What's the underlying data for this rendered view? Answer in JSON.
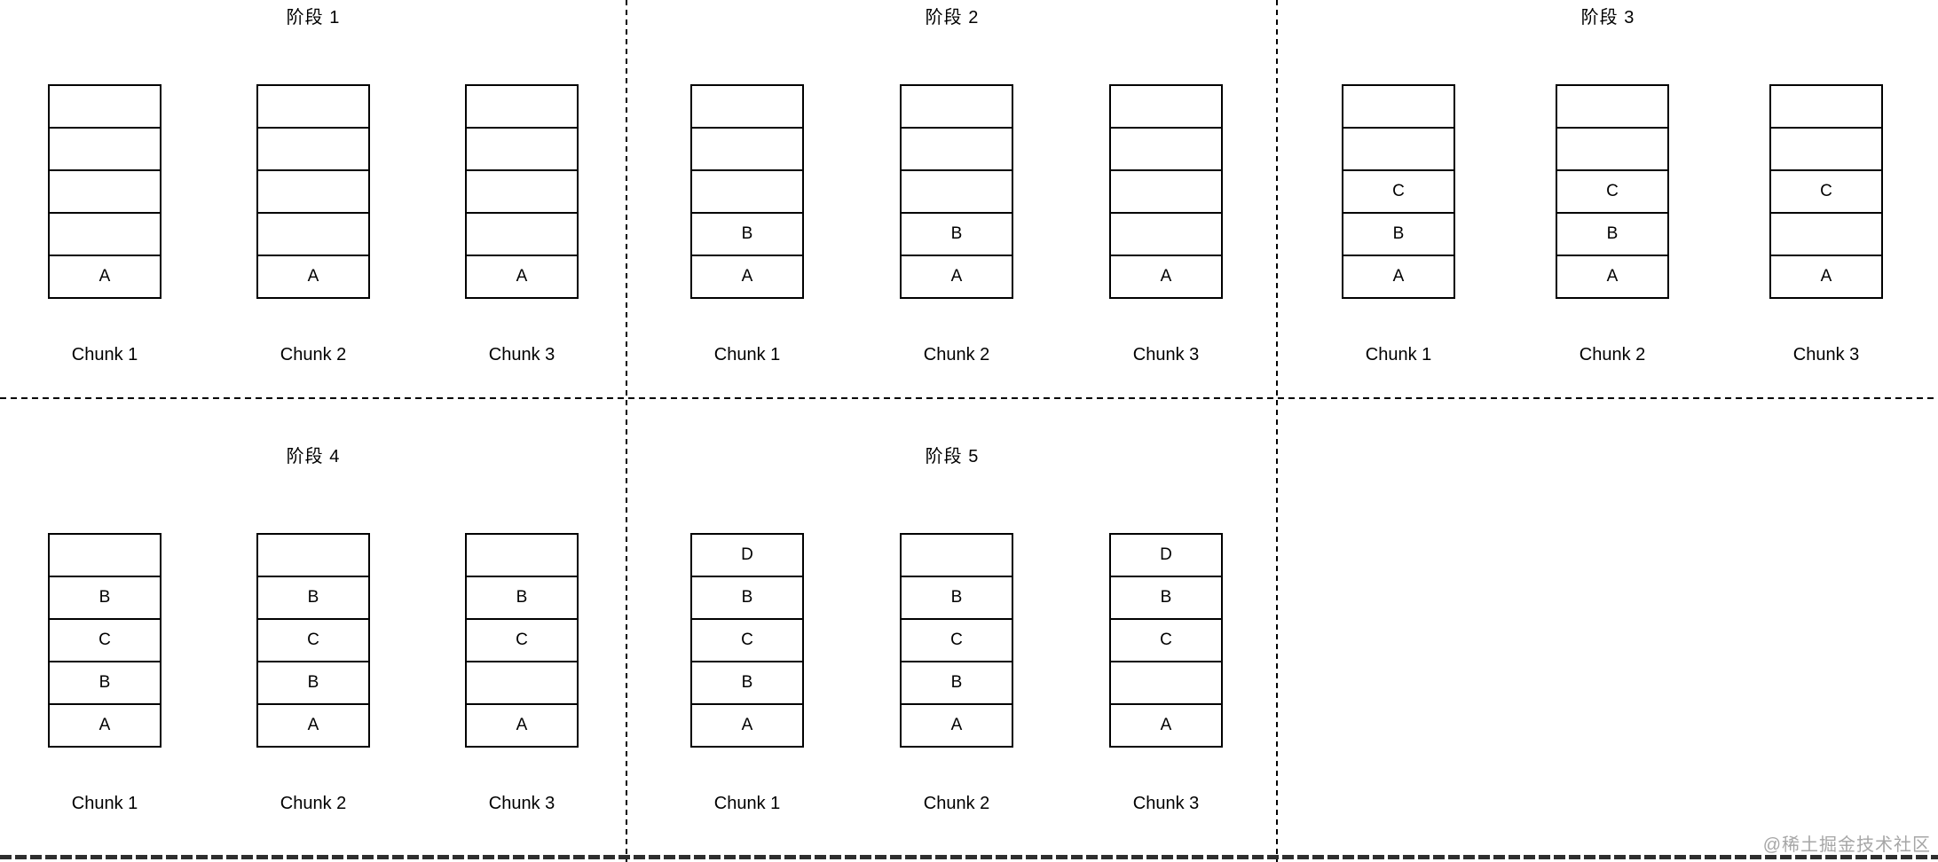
{
  "canvas": {
    "background": "#ffffff",
    "line_color": "#000000"
  },
  "watermark": {
    "text": "@稀土掘金技术社区",
    "color": "#a6a6a6"
  },
  "stages": [
    {
      "title": "阶段 1",
      "chunks": [
        {
          "label": "Chunk 1",
          "cells": [
            "",
            "",
            "",
            "",
            "A"
          ]
        },
        {
          "label": "Chunk 2",
          "cells": [
            "",
            "",
            "",
            "",
            "A"
          ]
        },
        {
          "label": "Chunk 3",
          "cells": [
            "",
            "",
            "",
            "",
            "A"
          ]
        }
      ]
    },
    {
      "title": "阶段 2",
      "chunks": [
        {
          "label": "Chunk 1",
          "cells": [
            "",
            "",
            "",
            "B",
            "A"
          ]
        },
        {
          "label": "Chunk 2",
          "cells": [
            "",
            "",
            "",
            "B",
            "A"
          ]
        },
        {
          "label": "Chunk 3",
          "cells": [
            "",
            "",
            "",
            "",
            "A"
          ]
        }
      ]
    },
    {
      "title": "阶段 3",
      "chunks": [
        {
          "label": "Chunk 1",
          "cells": [
            "",
            "",
            "C",
            "B",
            "A"
          ]
        },
        {
          "label": "Chunk 2",
          "cells": [
            "",
            "",
            "C",
            "B",
            "A"
          ]
        },
        {
          "label": "Chunk 3",
          "cells": [
            "",
            "",
            "C",
            "",
            "A"
          ]
        }
      ]
    },
    {
      "title": "阶段 4",
      "chunks": [
        {
          "label": "Chunk 1",
          "cells": [
            "",
            "B",
            "C",
            "B",
            "A"
          ]
        },
        {
          "label": "Chunk 2",
          "cells": [
            "",
            "B",
            "C",
            "B",
            "A"
          ]
        },
        {
          "label": "Chunk 3",
          "cells": [
            "",
            "B",
            "C",
            "",
            "A"
          ]
        }
      ]
    },
    {
      "title": "阶段 5",
      "chunks": [
        {
          "label": "Chunk 1",
          "cells": [
            "D",
            "B",
            "C",
            "B",
            "A"
          ]
        },
        {
          "label": "Chunk 2",
          "cells": [
            "",
            "B",
            "C",
            "B",
            "A"
          ]
        },
        {
          "label": "Chunk 3",
          "cells": [
            "D",
            "B",
            "C",
            "",
            "A"
          ]
        }
      ]
    }
  ]
}
